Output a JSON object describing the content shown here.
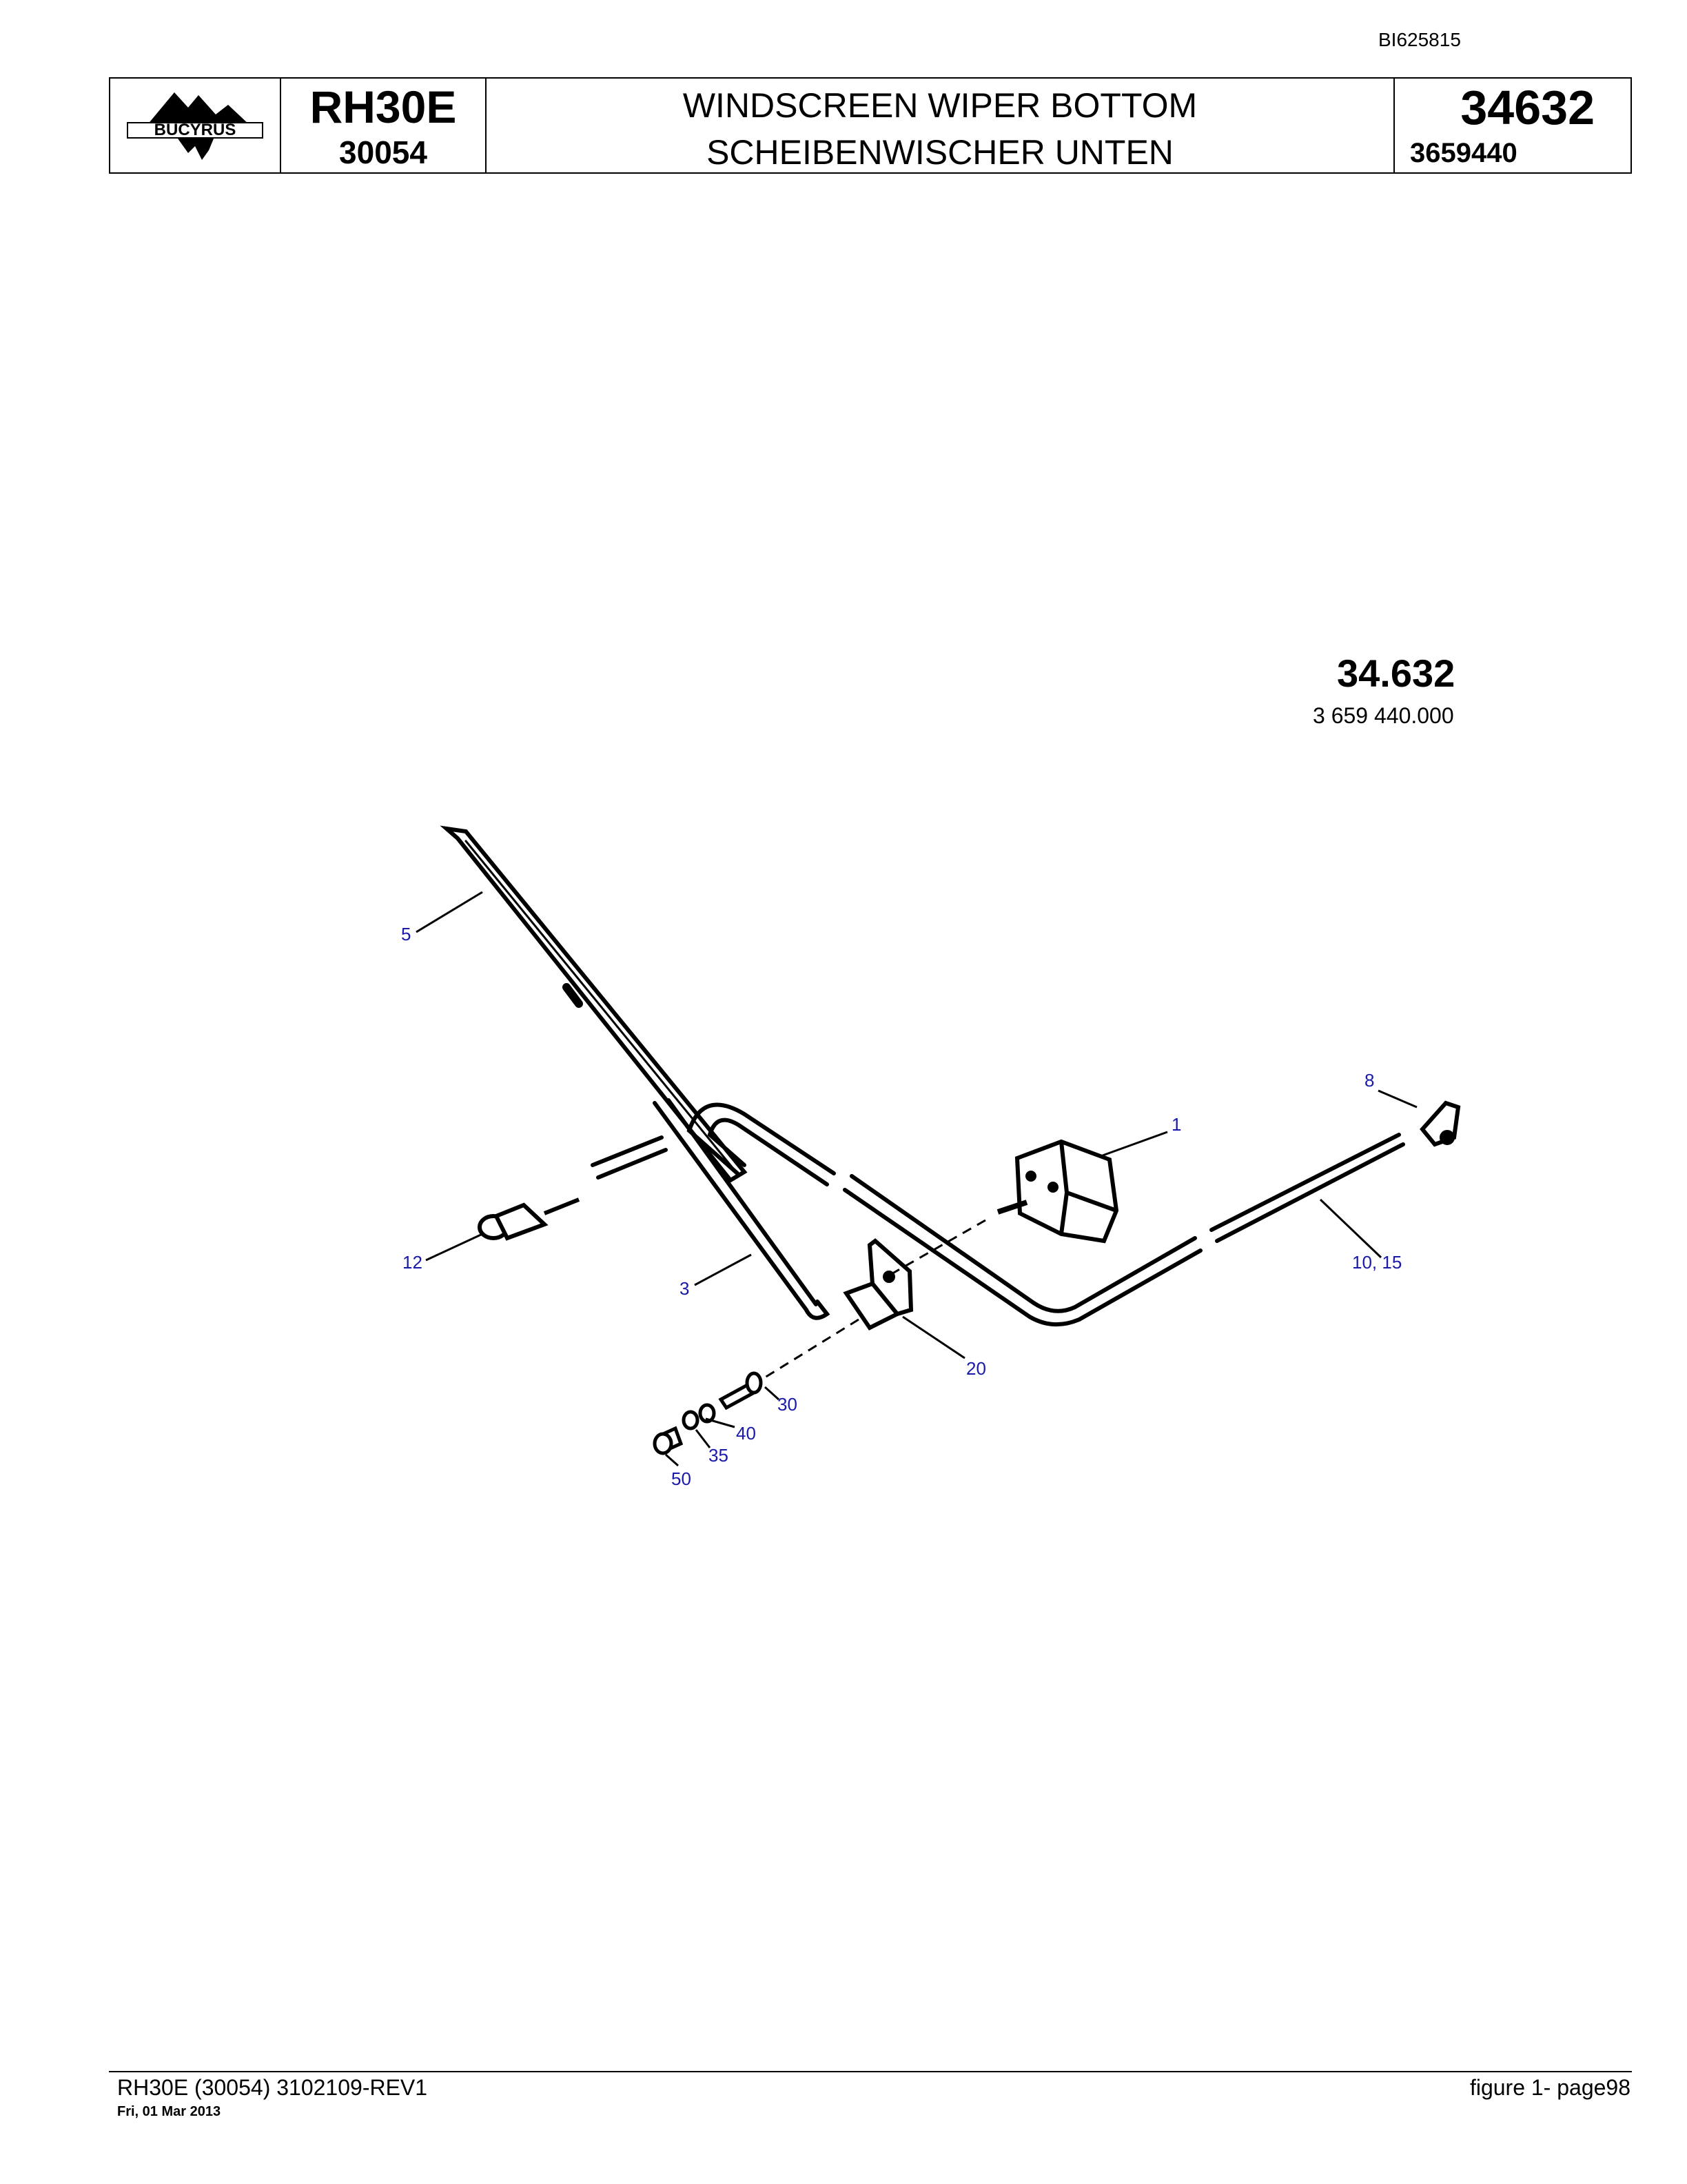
{
  "doc_id": "BI625815",
  "header": {
    "logo_text": "BUCYRUS",
    "model": "RH30E",
    "serial": "30054",
    "title_en": "WINDSCREEN WIPER BOTTOM",
    "title_de": "SCHEIBENWISCHER UNTEN",
    "group_number": "34632",
    "part_number": "3659440"
  },
  "figure": {
    "number": "34.632",
    "code": "3 659 440.000",
    "callouts": [
      "5",
      "1",
      "8",
      "12",
      "3",
      "10, 15",
      "20",
      "30",
      "40",
      "35",
      "50"
    ]
  },
  "footer": {
    "left": "RH30E (30054) 3102109-REV1",
    "date": "Fri, 01 Mar 2013",
    "right": "figure  1- page98"
  },
  "colors": {
    "callout": "#1a1aaa",
    "line": "#000000"
  }
}
